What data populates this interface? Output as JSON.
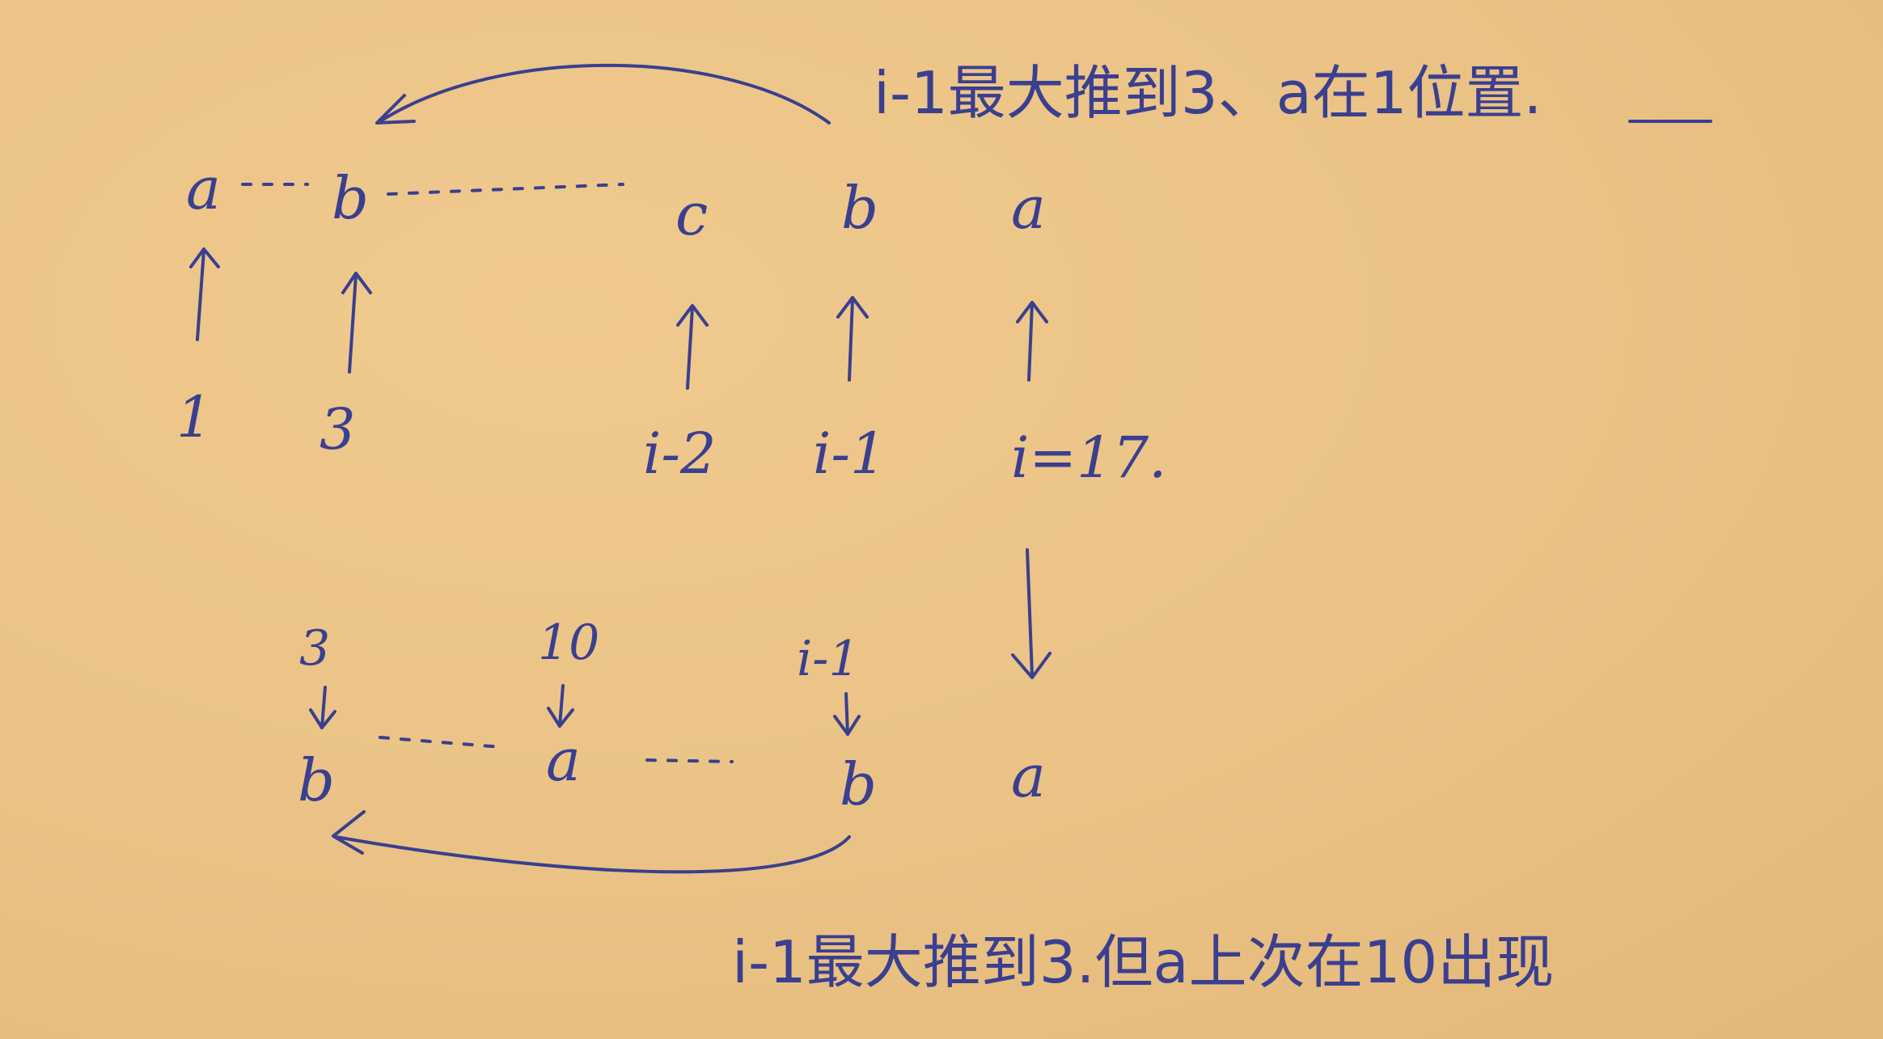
{
  "top_row": {
    "letters": [
      "a",
      "b",
      "c",
      "b",
      "a"
    ],
    "indices": [
      "1",
      "3",
      "i-2",
      "i-1",
      "i=17."
    ]
  },
  "bottom_row": {
    "letters": [
      "b",
      "a",
      "b",
      "a"
    ],
    "indices": [
      "3",
      "10",
      "i-1"
    ]
  },
  "notes": {
    "top": "i-1最大推到3、a在1位置.",
    "bottom": "i-1最大推到3.但a上次在10出现"
  },
  "colors": {
    "ink": "#3a3f8f",
    "paper": "#ecc487"
  }
}
